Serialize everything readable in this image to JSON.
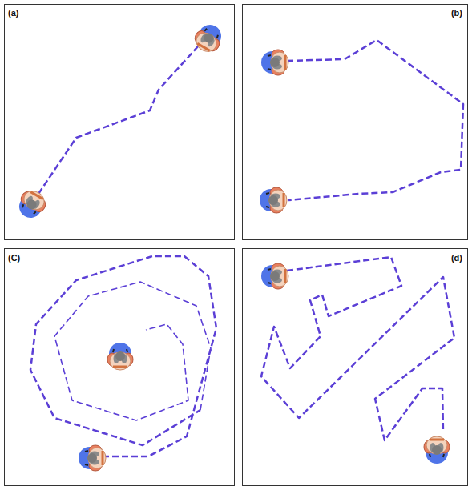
{
  "diagram": {
    "labels": [
      "(a)",
      "(b)",
      "(C)",
      "(d)"
    ]
  }
}
